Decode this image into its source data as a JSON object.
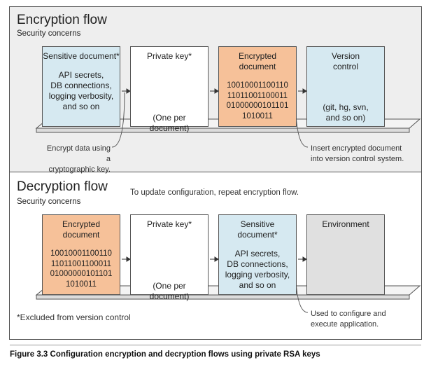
{
  "encryption": {
    "title": "Encryption flow",
    "subtitle": "Security concerns",
    "boxes": [
      {
        "title": "Sensitive document*",
        "lines": [
          "API secrets,",
          "DB connections,",
          "logging verbosity,",
          "and so on"
        ]
      },
      {
        "title": "Private key*",
        "lines": [
          "(One per",
          "document)"
        ]
      },
      {
        "title": "Encrypted document",
        "lines": [
          "10010001100110",
          "11011001100011",
          "01000000101101",
          "1010011"
        ]
      },
      {
        "title": "Version control",
        "lines": [
          "(git, hg, svn,",
          "and so on)"
        ]
      }
    ],
    "note_left": [
      "Encrypt data using a",
      "cryptographic key."
    ],
    "note_right": [
      "Insert encrypted document",
      "into version control system."
    ]
  },
  "decryption": {
    "title": "Decryption flow",
    "subtitle": "Security concerns",
    "top_note": "To update configuration, repeat encryption flow.",
    "boxes": [
      {
        "title": "Encrypted document",
        "lines": [
          "10010001100110",
          "11011001100011",
          "01000000101101",
          "1010011"
        ]
      },
      {
        "title": "Private key*",
        "lines": [
          "(One per",
          "document)"
        ]
      },
      {
        "title": "Sensitive document*",
        "lines": [
          "API secrets,",
          "DB connections,",
          "logging verbosity,",
          "and so on"
        ]
      },
      {
        "title": "Environment",
        "lines": []
      }
    ],
    "footnote": "*Excluded from version control",
    "note_right": [
      "Used to configure and",
      "execute application."
    ]
  },
  "caption": "Figure 3.3   Configuration encryption and decryption flows using private RSA keys"
}
